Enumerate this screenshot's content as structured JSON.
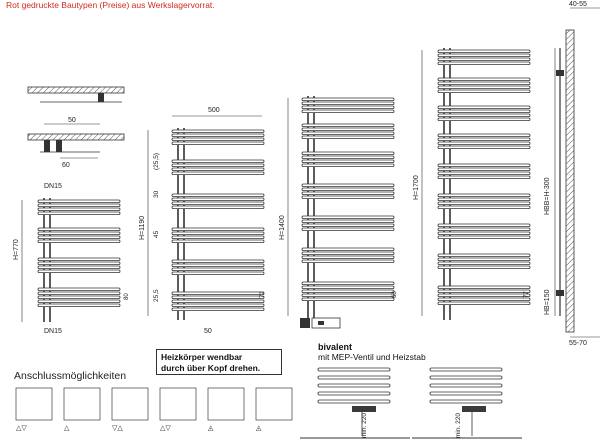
{
  "header": {
    "stock_note": "Rot gedruckte Bautypen (Preise) aus Werkslagervorrat."
  },
  "colors": {
    "note": "#d42a1c",
    "line": "#333333",
    "hatch": "#555555",
    "valve": "#3a3a3a"
  },
  "connections": {
    "title": "Anschlussmöglichkeiten",
    "hint_line1": "Heizkörper wendbar",
    "hint_line2": "durch über Kopf drehen.",
    "options": [
      {
        "symbol": "△▽"
      },
      {
        "symbol": "△"
      },
      {
        "symbol": "▽△"
      },
      {
        "symbol": "△▽"
      },
      {
        "symbol": "◬"
      },
      {
        "symbol": "◬"
      }
    ]
  },
  "bivalent": {
    "title": "bivalent",
    "subtitle": "mit MEP-Ventil und Heizstab",
    "dim": "min. 220"
  },
  "chart_data": {
    "type": "technical drawing",
    "dimensions": {
      "wall_gap": "40-55",
      "bottom_gap": "55-70",
      "top_offset": "50",
      "side_offset": "60",
      "connector": "DN15",
      "h770": "H=770",
      "h1190": "H=1190",
      "h1400": "H=1400",
      "h1700": "H=1700",
      "width": "500",
      "d25_5": "(25,5)",
      "d30": "30",
      "d45": "45",
      "d80": "80",
      "d25_5b": "25,5",
      "d72": "72",
      "d68": "68",
      "d77": "77",
      "hbb": "HBB=H-300",
      "hb": "HB=150",
      "d50b": "50"
    }
  }
}
